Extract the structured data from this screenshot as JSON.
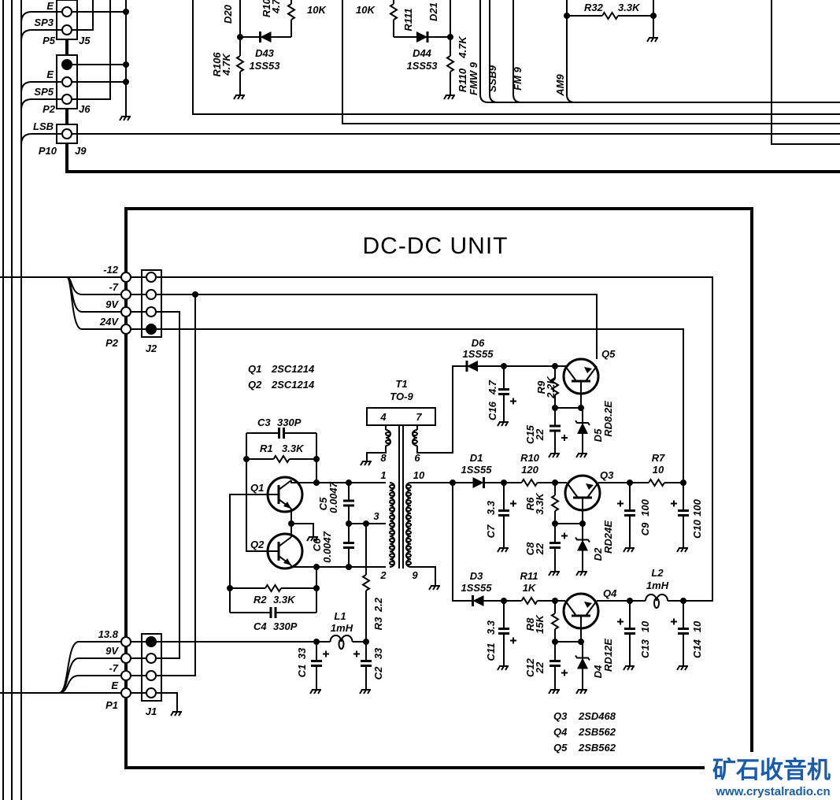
{
  "top": {
    "j5": {
      "pin1": "E",
      "pin2": "SP3",
      "plug": "P5",
      "jack": "J5"
    },
    "j6": {
      "pin2": "E",
      "pin3": "SP5",
      "plug": "P2",
      "jack": "J6"
    },
    "j9": {
      "pin1": "LSB",
      "plug": "P10",
      "jack": "J9"
    },
    "d20": "D20",
    "r10x_ref": "R10",
    "r10x_val": "4.7",
    "r_left_val": "10K",
    "r106_ref": "R106",
    "r106_val": "4.7K",
    "d43_ref": "D43",
    "d43_val": "1SS53",
    "r_right_val": "10K",
    "r111_ref": "R111",
    "d21": "D21",
    "d44_ref": "D44",
    "d44_val": "1SS53",
    "r110_ref": "R110",
    "r110_val": "4.7K",
    "bus": [
      "FMW 9",
      "SSB9",
      "FM 9",
      "AM9"
    ],
    "r32_ref": "R32",
    "r32_val": "3.3K"
  },
  "unit": {
    "title": "DC-DC UNIT",
    "p2": {
      "pins": [
        "-12",
        "-7",
        "9V",
        "24V"
      ],
      "plug": "P2",
      "jack": "J2"
    },
    "p1": {
      "pins": [
        "13.8",
        "9V",
        "-7",
        "E"
      ],
      "plug": "P1",
      "jack": "J1"
    },
    "parts_osc": [
      {
        "ref": "Q1",
        "type": "2SC1214"
      },
      {
        "ref": "Q2",
        "type": "2SC1214"
      }
    ],
    "parts_reg": [
      {
        "ref": "Q3",
        "type": "2SD468"
      },
      {
        "ref": "Q4",
        "type": "2SB562"
      },
      {
        "ref": "Q5",
        "type": "2SB562"
      }
    ],
    "transformer": {
      "ref": "T1",
      "type": "TO-9",
      "pins": [
        "4",
        "7",
        "8",
        "6",
        "1",
        "10",
        "3",
        "2",
        "9"
      ]
    },
    "c": {
      "C1": {
        "ref": "C1",
        "val": "33"
      },
      "C2": {
        "ref": "C2",
        "val": "33"
      },
      "C3": {
        "ref": "C3",
        "val": "330P"
      },
      "C4": {
        "ref": "C4",
        "val": "330P"
      },
      "C5": {
        "ref": "C5",
        "val": "0.0047"
      },
      "C6": {
        "ref": "C6",
        "val": "0.0047"
      },
      "C7": {
        "ref": "C7",
        "val": "3.3"
      },
      "C8": {
        "ref": "C8",
        "val": "22"
      },
      "C9": {
        "ref": "C9",
        "val": "100"
      },
      "C10": {
        "ref": "C10",
        "val": "100"
      },
      "C11": {
        "ref": "C11",
        "val": "3.3"
      },
      "C12": {
        "ref": "C12",
        "val": "22"
      },
      "C13": {
        "ref": "C13",
        "val": "10"
      },
      "C14": {
        "ref": "C14",
        "val": "10"
      },
      "C15": {
        "ref": "C15",
        "val": "22"
      },
      "C16": {
        "ref": "C16",
        "val": "4.7"
      }
    },
    "r": {
      "R1": {
        "ref": "R1",
        "val": "3.3K"
      },
      "R2": {
        "ref": "R2",
        "val": "3.3K"
      },
      "R3": {
        "ref": "R3",
        "val": "2.2"
      },
      "R6": {
        "ref": "R6",
        "val": "3.3K"
      },
      "R7": {
        "ref": "R7",
        "val": "10"
      },
      "R8": {
        "ref": "R8",
        "val": "15K"
      },
      "R9": {
        "ref": "R9",
        "val": "2.2K"
      },
      "R10": {
        "ref": "R10",
        "val": "120"
      },
      "R11": {
        "ref": "R11",
        "val": "1K"
      }
    },
    "d": {
      "D1": {
        "ref": "D1",
        "val": "1SS55"
      },
      "D2": {
        "ref": "D2",
        "val": "RD24E"
      },
      "D3": {
        "ref": "D3",
        "val": "1SS55"
      },
      "D4": {
        "ref": "D4",
        "val": "RD12E"
      },
      "D5": {
        "ref": "D5",
        "val": "RD8.2E"
      },
      "D6": {
        "ref": "D6",
        "val": "1SS55"
      }
    },
    "l": {
      "L1": {
        "ref": "L1",
        "val": "1mH"
      },
      "L2": {
        "ref": "L2",
        "val": "1mH"
      }
    },
    "q_labels": [
      "Q1",
      "Q2",
      "Q3",
      "Q4",
      "Q5"
    ]
  },
  "watermark": {
    "logo": "矿石收音机",
    "url": "www.crystalradio.cn",
    "color": "#1a5ca8"
  }
}
